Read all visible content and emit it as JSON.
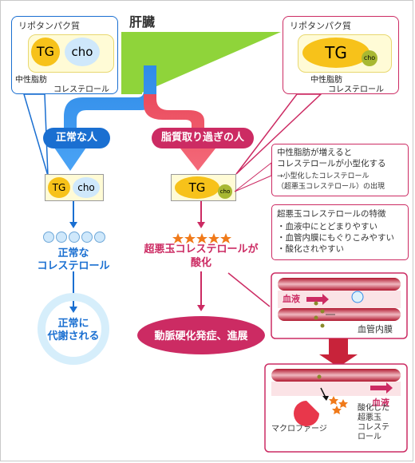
{
  "liver": {
    "label": "肝臓",
    "color": "#8fd43a"
  },
  "left_box": {
    "title": "リポタンパク質",
    "tg": "TG",
    "cho": "cho",
    "tg_label": "中性脂肪",
    "cho_label": "コレステロール"
  },
  "right_box": {
    "title": "リポタンパク質",
    "tg": "TG",
    "cho": "cho",
    "tg_label": "中性脂肪",
    "cho_label": "コレステロール"
  },
  "normal_path": {
    "badge": "正常な人",
    "tg": "TG",
    "cho": "cho",
    "result": [
      "正常な",
      "コレステロール"
    ],
    "metabolism": [
      "正常に",
      "代謝される"
    ]
  },
  "excess_path": {
    "badge": "脂質取り過ぎの人",
    "tg": "TG",
    "cho": "cho",
    "oxidation": [
      "超悪玉コレステロールが",
      "酸化"
    ],
    "outcome": "動脈硬化発症、進展"
  },
  "notes": {
    "top": [
      "中性脂肪が増えると",
      "コレステロールが小型化する",
      "→小型化したコレステロール",
      "（超悪玉コレステロール）の出現"
    ],
    "features_title": "超悪玉コレステロールの特徴",
    "features": [
      "・血液中にとどまりやすい",
      "・血管内膜にもぐりこみやすい",
      "・酸化されやすい"
    ]
  },
  "vessel1": {
    "blood": "血液",
    "intima": "血管内膜"
  },
  "vessel2": {
    "blood": "血液",
    "macrophage": "マクロファージ",
    "oxidized": [
      "酸化した",
      "超悪玉",
      "コレステ",
      "ロール"
    ]
  },
  "colors": {
    "blue": "#1a6fd1",
    "magenta": "#cc2b63",
    "tg_yellow": "#f7c21a",
    "cho_blue": "#cfe8fb",
    "liver_green": "#8fd43a",
    "vessel_red": "#c8233a"
  }
}
